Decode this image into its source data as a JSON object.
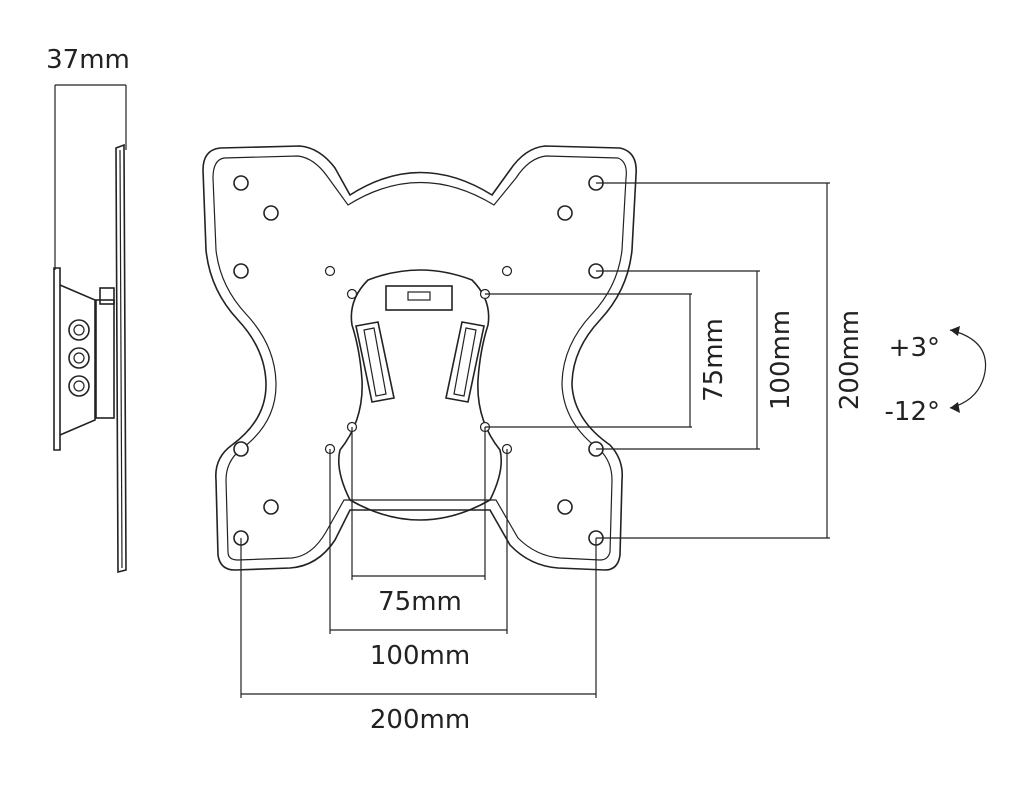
{
  "side_view": {
    "depth_label": "37mm"
  },
  "front_view": {
    "horizontal_dims": [
      "75mm",
      "100mm",
      "200mm"
    ],
    "vertical_dims": [
      "75mm",
      "100mm",
      "200mm"
    ]
  },
  "tilt": {
    "up_label": "+3°",
    "down_label": "-12°"
  }
}
